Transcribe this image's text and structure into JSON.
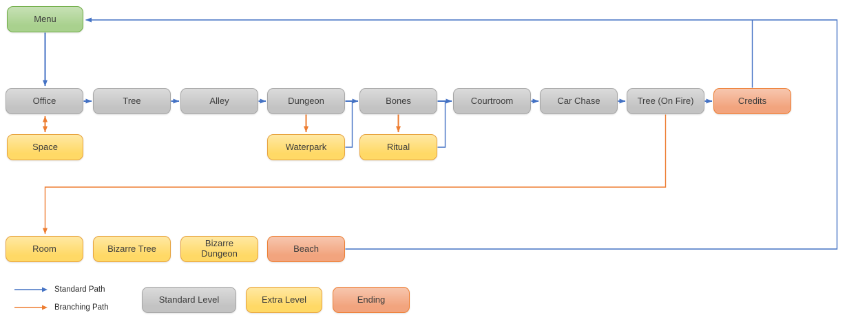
{
  "colors": {
    "standard_path": "#4472C4",
    "branching_path": "#ED7D31",
    "standard_fill": "#C3C3C3",
    "standard_border": "#A6A6A6",
    "extra_fill": "#FFD966",
    "extra_border": "#E7A33E",
    "ending_fill": "#F2A47E",
    "ending_border": "#ED7D31",
    "menu_fill": "#A9D18E",
    "menu_border": "#70AD47"
  },
  "nodes": {
    "menu": {
      "label": "Menu",
      "type": "start"
    },
    "office": {
      "label": "Office",
      "type": "standard"
    },
    "tree": {
      "label": "Tree",
      "type": "standard"
    },
    "alley": {
      "label": "Alley",
      "type": "standard"
    },
    "dungeon": {
      "label": "Dungeon",
      "type": "standard"
    },
    "bones": {
      "label": "Bones",
      "type": "standard"
    },
    "courtroom": {
      "label": "Courtroom",
      "type": "standard"
    },
    "car_chase": {
      "label": "Car Chase",
      "type": "standard"
    },
    "tree_on_fire": {
      "label": "Tree (On Fire)",
      "type": "standard"
    },
    "credits": {
      "label": "Credits",
      "type": "ending"
    },
    "space": {
      "label": "Space",
      "type": "extra"
    },
    "waterpark": {
      "label": "Waterpark",
      "type": "extra"
    },
    "ritual": {
      "label": "Ritual",
      "type": "extra"
    },
    "room": {
      "label": "Room",
      "type": "extra"
    },
    "bizarre_tree": {
      "label": "Bizarre Tree",
      "type": "extra"
    },
    "bizarre_dungeon": {
      "label": "Bizarre Dungeon",
      "type": "extra"
    },
    "beach": {
      "label": "Beach",
      "type": "ending"
    }
  },
  "edges": [
    {
      "from": "menu",
      "to": "office",
      "path": "standard"
    },
    {
      "from": "office",
      "to": "tree",
      "path": "standard"
    },
    {
      "from": "tree",
      "to": "alley",
      "path": "standard"
    },
    {
      "from": "alley",
      "to": "dungeon",
      "path": "standard"
    },
    {
      "from": "dungeon",
      "to": "bones",
      "path": "standard"
    },
    {
      "from": "waterpark",
      "to": "bones",
      "path": "standard"
    },
    {
      "from": "bones",
      "to": "courtroom",
      "path": "standard"
    },
    {
      "from": "ritual",
      "to": "courtroom",
      "path": "standard"
    },
    {
      "from": "courtroom",
      "to": "car_chase",
      "path": "standard"
    },
    {
      "from": "car_chase",
      "to": "tree_on_fire",
      "path": "standard"
    },
    {
      "from": "tree_on_fire",
      "to": "credits",
      "path": "standard"
    },
    {
      "from": "credits",
      "to": "menu",
      "path": "standard"
    },
    {
      "from": "beach",
      "to": "menu",
      "path": "standard"
    },
    {
      "from": "office",
      "to": "space",
      "path": "branching",
      "bidirectional": true
    },
    {
      "from": "dungeon",
      "to": "waterpark",
      "path": "branching"
    },
    {
      "from": "bones",
      "to": "ritual",
      "path": "branching"
    },
    {
      "from": "tree_on_fire",
      "to": "room",
      "path": "branching"
    },
    {
      "from": "room",
      "to": "bizarre_tree",
      "path": "standard"
    },
    {
      "from": "bizarre_tree",
      "to": "bizarre_dungeon",
      "path": "standard"
    },
    {
      "from": "bizarre_dungeon",
      "to": "beach",
      "path": "standard"
    }
  ],
  "legend": {
    "paths": [
      {
        "label": "Standard Path",
        "type": "standard"
      },
      {
        "label": "Branching Path",
        "type": "branching"
      }
    ],
    "levels": [
      {
        "label": "Standard Level",
        "type": "standard"
      },
      {
        "label": "Extra Level",
        "type": "extra"
      },
      {
        "label": "Ending",
        "type": "ending"
      }
    ]
  }
}
